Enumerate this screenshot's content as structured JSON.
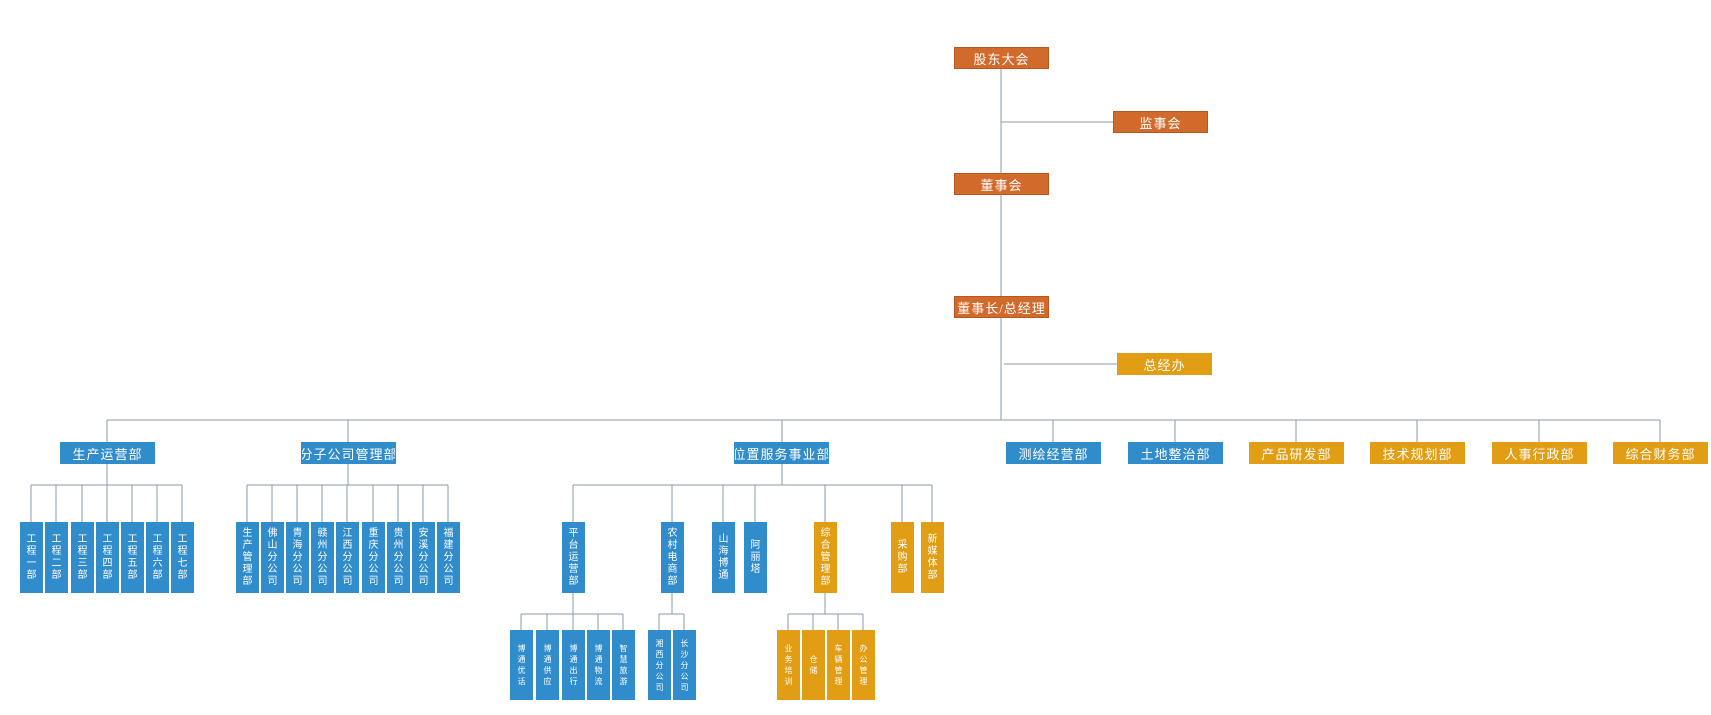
{
  "colors": {
    "orange": "#d26a2c",
    "blue": "#318ccb",
    "gold": "#e19d14",
    "line": "#8a9aaa"
  },
  "top": {
    "shareholders": "股东大会",
    "supervisory": "监事会",
    "board": "董事会",
    "chairman": "董事长/总经理",
    "gm_office": "总经办"
  },
  "departments": {
    "production": "生产运营部",
    "subsidiary": "分子公司管理部",
    "location": "位置服务事业部",
    "survey": "测绘经营部",
    "land": "土地整治部",
    "rnd": "产品研发部",
    "tech": "技术规划部",
    "hr": "人事行政部",
    "finance": "综合财务部"
  },
  "production_units": [
    "工程一部",
    "工程二部",
    "工程三部",
    "工程四部",
    "工程五部",
    "工程六部",
    "工程七部"
  ],
  "subsidiary_units": [
    "生产管理部",
    "佛山分公司",
    "青海分公司",
    "赣州分公司",
    "江西分公司",
    "重庆分公司",
    "贵州分公司",
    "安溪分公司",
    "福建分公司"
  ],
  "location_units": {
    "platform": "平台运营部",
    "rural": "农村电商部",
    "shanhai": "山海博通",
    "aliyuta": "阿丽塔",
    "general_mgmt": "综合管理部",
    "purchasing": "采购部",
    "new_media": "新媒体部"
  },
  "platform_units": [
    "博通优话",
    "博通供应",
    "博通出行",
    "博通物流",
    "智慧旅游"
  ],
  "rural_units": [
    "湘西分公司",
    "长沙分公司"
  ],
  "general_units": [
    "业务培训",
    "仓储",
    "车辆管理",
    "办公管理"
  ]
}
